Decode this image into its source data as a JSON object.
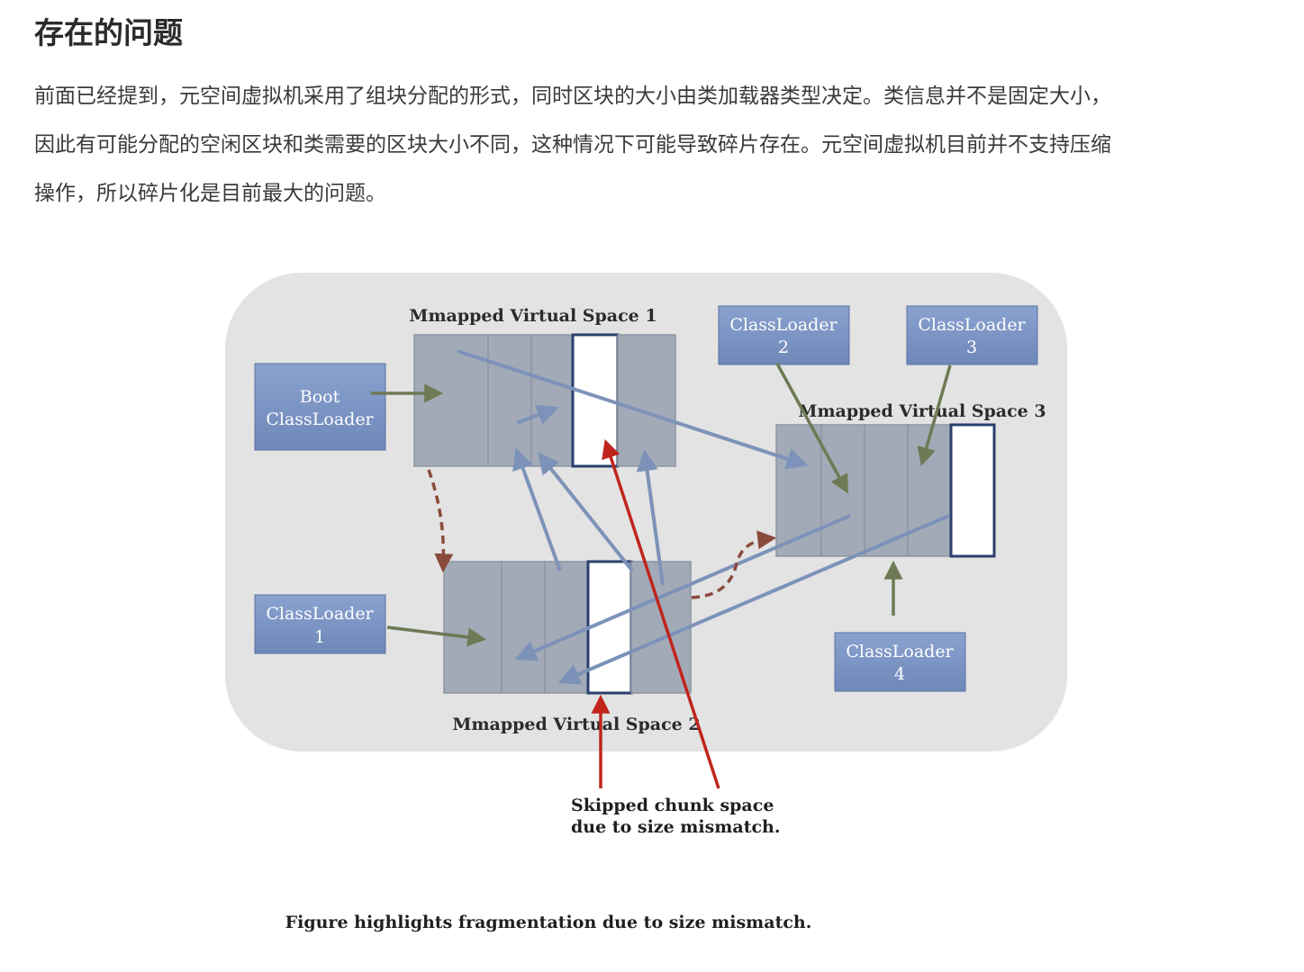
{
  "article": {
    "heading": "存在的问题",
    "paragraph_lines": [
      "前面已经提到，元空间虚拟机采用了组块分配的形式，同时区块的大小由类加载器类型决定。类信息并不是固定大小，",
      "因此有可能分配的空闲区块和类需要的区块大小不同，这种情况下可能导致碎片存在。元空间虚拟机目前并不支持压缩",
      "操作，所以碎片化是目前最大的问题。"
    ]
  },
  "figure": {
    "spaces": {
      "space1": "Mmapped Virtual Space 1",
      "space2": "Mmapped Virtual Space 2",
      "space3": "Mmapped Virtual Space 3"
    },
    "loaders": {
      "boot": [
        "Boot",
        "ClassLoader"
      ],
      "cl1": [
        "ClassLoader",
        "1"
      ],
      "cl2": [
        "ClassLoader",
        "2"
      ],
      "cl3": [
        "ClassLoader",
        "3"
      ],
      "cl4": [
        "ClassLoader",
        "4"
      ]
    },
    "annotation": [
      "Skipped chunk space",
      "due to size mismatch."
    ],
    "caption": "Figure highlights fragmentation due to size mismatch.",
    "colors": {
      "background_panel": "#e3e3e3",
      "loader_box": "#7c95c4",
      "chunk": "#a2aab7",
      "arrow_blue": "#7d92b8",
      "arrow_green": "#6d7a55",
      "arrow_red": "#c0251c",
      "arrow_dashed": "#8a4a3c"
    }
  }
}
